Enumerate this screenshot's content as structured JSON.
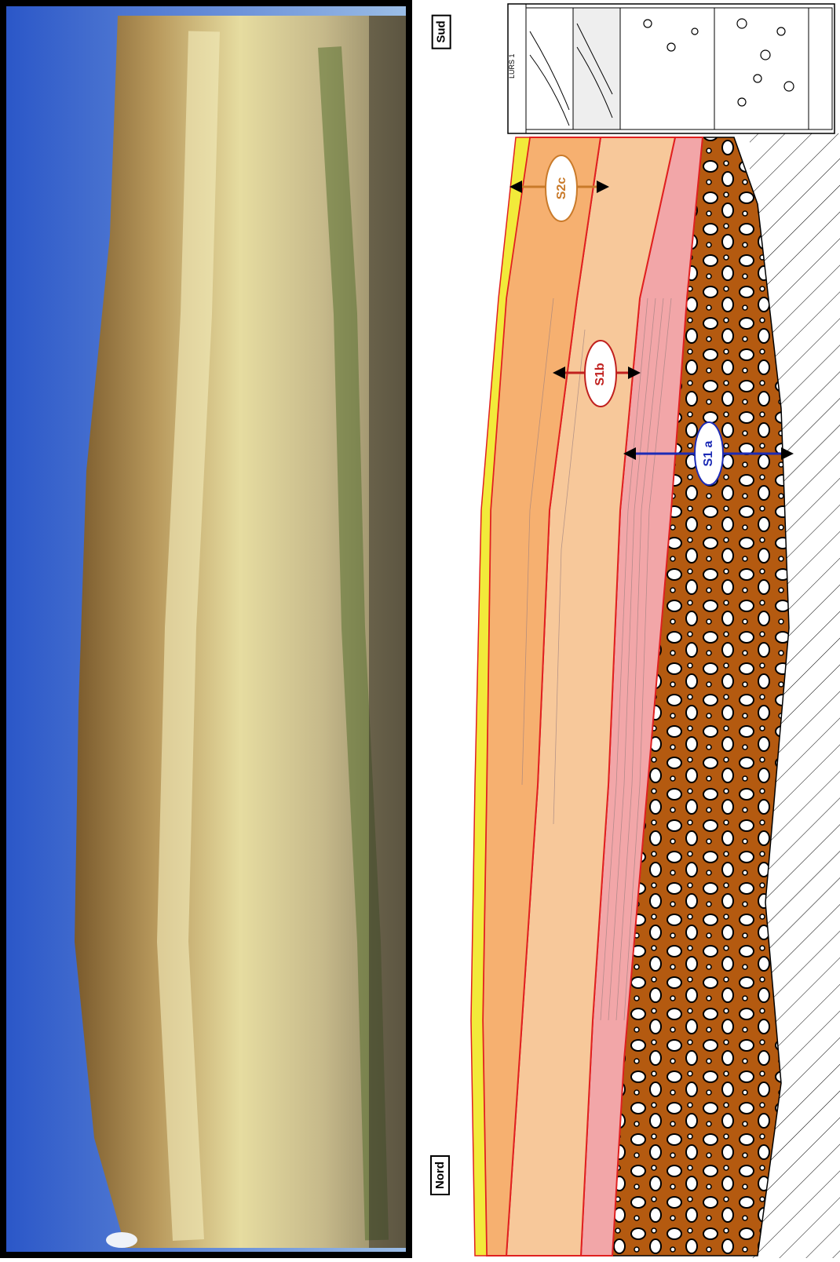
{
  "diagram": {
    "orientation_labels": {
      "south": "Sud",
      "north": "Nord"
    },
    "units": [
      {
        "id": "S2c",
        "label": "S2c",
        "color": "#c97a2a"
      },
      {
        "id": "S1b",
        "label": "S1b",
        "color": "#c0201e"
      },
      {
        "id": "S1a",
        "label": "S1 a",
        "color": "#1c2bb5"
      }
    ],
    "inset": {
      "title": "LURS 1"
    },
    "layer_colors": {
      "upper_yellow": "#f2ea3a",
      "upper_orange": "#f6b070",
      "mid_light_orange": "#f7c89a",
      "pink_laminated": "#f2a6a8",
      "conglomerate": "#b45a10",
      "boundary_red": "#e02020",
      "boundary_blue": "#2020b0"
    }
  }
}
